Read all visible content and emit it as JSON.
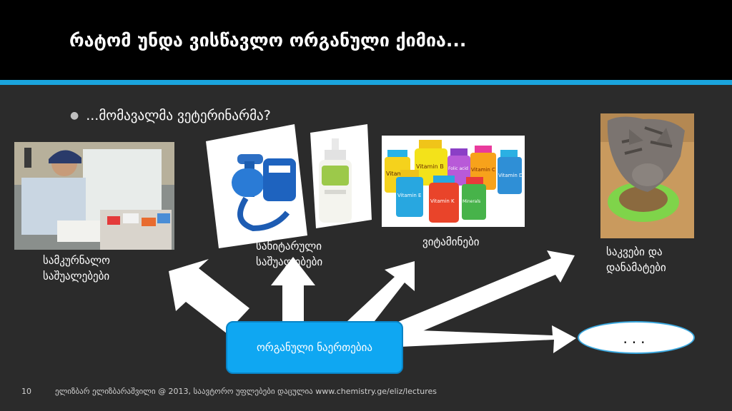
{
  "title": "რატომ უნდა ვისწავლო ორგანული ქიმია...",
  "bullet": "...მომავალმა ვეტერინარმა?",
  "center_label": "ორგანული ნაერთებია",
  "ellipse_label": "...",
  "labels": {
    "medical": [
      "სამკურნალო",
      "საშუალებები"
    ],
    "sanitary": [
      "სანიტარული",
      "საშუალებები"
    ],
    "vitamins": "ვიტამინები",
    "food": [
      "საკვები და",
      "დანამატები"
    ]
  },
  "vitamin_bottles": {
    "a": "Vitamin A",
    "b": "Vitamin B",
    "folic": "Folic acid",
    "c": "Vitamin C",
    "d": "Vitamin D",
    "e": "Vitamin E",
    "k": "Vitamin K",
    "minerals": "Minerals"
  },
  "footer": {
    "page": "10",
    "text": "ელიზბარ ელიზბარაშვილი @  2013, საავტორო უფლებები დაცულია www.chemistry.ge/eliz/lectures"
  },
  "colors": {
    "background": "#2b2b2b",
    "title_bar": "#000000",
    "accent": "#1aa4dd",
    "center_box": "#0fa7f2"
  }
}
